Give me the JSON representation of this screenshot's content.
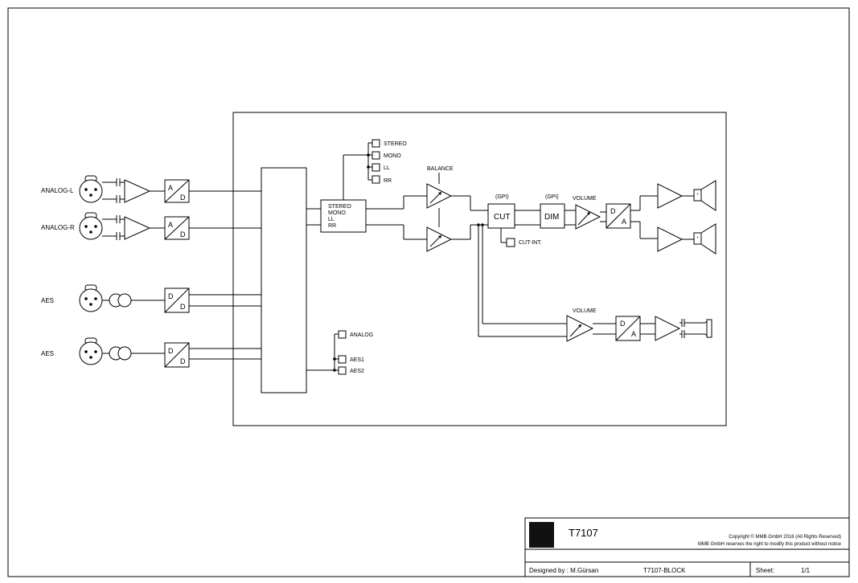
{
  "inputs": {
    "analog_l": "ANALOG-L",
    "analog_r": "ANALOG-R",
    "aes_1": "AES",
    "aes_2": "AES"
  },
  "converters": {
    "ad_a": "A",
    "ad_d": "D",
    "da_d": "D",
    "da_a": "A"
  },
  "mode_block": {
    "lines": [
      "STEREO",
      "MONO",
      "LL",
      "RR"
    ]
  },
  "mode_switch": {
    "options": [
      "STEREO",
      "MONO",
      "LL",
      "RR"
    ]
  },
  "source_switch": {
    "options": [
      "ANALOG",
      "AES1",
      "AES2"
    ]
  },
  "processing": {
    "balance": "BALANCE",
    "gpi_cut": "(GPI)",
    "gpi_dim": "(GPI)",
    "cut": "CUT",
    "dim": "DIM",
    "volume_main": "VOLUME",
    "volume_phones": "VOLUME",
    "cut_int": "CUT-INT."
  },
  "title_block": {
    "logo_colors": {
      "panel": "#111111"
    },
    "model": "T7107",
    "copyright": "Copyright © MMB GmbH 2016 (All Rights Reserved)",
    "notice": "MMB GmbH reserves the right to modify this product without notice",
    "designed_by": "Designed by : M.Gürsan",
    "drawing": "T7107-BLOCK",
    "sheet_label": "Sheet:",
    "sheet_value": "1/1"
  }
}
